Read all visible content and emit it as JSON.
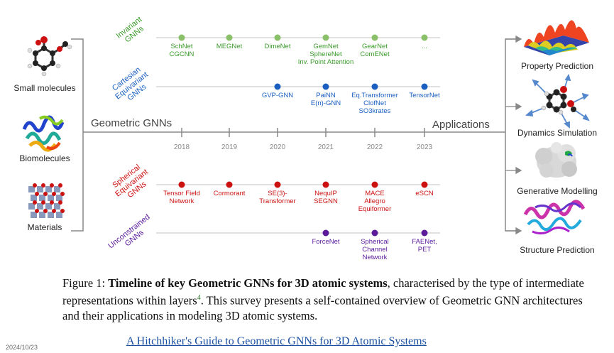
{
  "left_inputs": [
    {
      "label": "Small molecules"
    },
    {
      "label": "Biomolecules"
    },
    {
      "label": "Materials"
    }
  ],
  "section_left": "Geometric GNNs",
  "section_right": "Applications",
  "years": [
    "2018",
    "2019",
    "2020",
    "2021",
    "2022",
    "2023"
  ],
  "rows": [
    {
      "category": [
        "Invariant",
        "GNNs"
      ],
      "color": "#3a9a2a",
      "dot_color": "#8bc06a",
      "models": [
        {
          "year": 0,
          "label": [
            "SchNet",
            "CGCNN"
          ]
        },
        {
          "year": 1,
          "label": [
            "MEGNet"
          ]
        },
        {
          "year": 2,
          "label": [
            "DimeNet"
          ]
        },
        {
          "year": 3,
          "label": [
            "GemNet",
            "SphereNet",
            "Inv. Point Attention"
          ]
        },
        {
          "year": 4,
          "label": [
            "GearNet",
            "ComENet"
          ]
        },
        {
          "year": 5,
          "label": [
            "..."
          ]
        }
      ]
    },
    {
      "category": [
        "Cartesian",
        "Equivariant",
        "GNNs"
      ],
      "color": "#1a5fc0",
      "dot_color": "#1a5fc0",
      "models": [
        {
          "year": 2,
          "label": [
            "GVP-GNN"
          ]
        },
        {
          "year": 3,
          "label": [
            "PaiNN",
            "E(n)-GNN"
          ]
        },
        {
          "year": 4,
          "label": [
            "Eq.Transformer",
            "ClofNet",
            "SO3krates"
          ]
        },
        {
          "year": 5,
          "label": [
            "TensorNet"
          ]
        }
      ]
    },
    {
      "category": [
        "Spherical",
        "Equivariant",
        "GNNs"
      ],
      "color": "#cc1111",
      "dot_color": "#cc1111",
      "models": [
        {
          "year": 0,
          "label": [
            "Tensor Field",
            "Network"
          ]
        },
        {
          "year": 1,
          "label": [
            "Cormorant"
          ]
        },
        {
          "year": 2,
          "label": [
            "SE(3)-",
            "Transformer"
          ]
        },
        {
          "year": 3,
          "label": [
            "NequIP",
            "SEGNN"
          ]
        },
        {
          "year": 4,
          "label": [
            "MACE",
            "Allegro",
            "Equiformer"
          ]
        },
        {
          "year": 5,
          "label": [
            "eSCN"
          ]
        }
      ]
    },
    {
      "category": [
        "Unconstrained",
        "GNNs"
      ],
      "color": "#5a1a9a",
      "dot_color": "#5a1a9a",
      "models": [
        {
          "year": 3,
          "label": [
            "ForceNet"
          ]
        },
        {
          "year": 4,
          "label": [
            "Spherical",
            "Channel",
            "Network"
          ]
        },
        {
          "year": 5,
          "label": [
            "FAENet,",
            "PET"
          ]
        }
      ]
    }
  ],
  "applications": [
    {
      "label": "Property Prediction",
      "icon": "surface-plot-icon"
    },
    {
      "label": "Dynamics Simulation",
      "icon": "molecule-forces-icon"
    },
    {
      "label": "Generative Modelling",
      "icon": "protein-surface-icon"
    },
    {
      "label": "Structure Prediction",
      "icon": "protein-ribbon-icon"
    }
  ],
  "caption": {
    "prefix": "Figure 1: ",
    "bold": "Timeline of key Geometric GNNs for 3D atomic systems",
    "text1": ", characterised by the type of intermediate representations within layers",
    "ref": "4",
    "text2": ". This survey presents a self-contained overview of Geometric GNN architectures and their applications in modeling 3D atomic systems."
  },
  "footer": {
    "date": "2024/10/23",
    "title": "A Hitchhiker's Guide to Geometric GNNs for 3D Atomic Systems"
  },
  "colors": {
    "axis": "#888888",
    "timeline": "#cccccc",
    "bracket": "#888888"
  }
}
